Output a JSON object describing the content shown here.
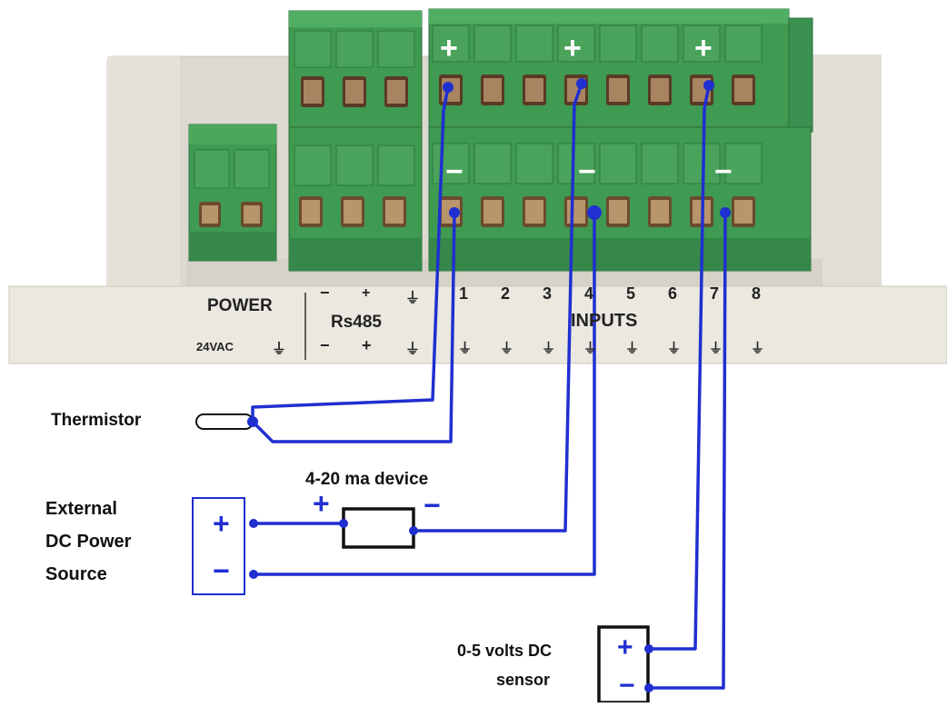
{
  "plate": {
    "power_title": "POWER",
    "power_voltage": "24VAC",
    "rs485_title": "Rs485",
    "rs485_top_symbols": [
      "−",
      "+",
      "⏚"
    ],
    "rs485_bottom_symbols": [
      "−",
      "+",
      "⏚"
    ],
    "inputs_title": "INPUTS",
    "input_numbers": [
      "1",
      "2",
      "3",
      "4",
      "5",
      "6",
      "7",
      "8"
    ],
    "ground_symbol": "⏚"
  },
  "terminal_marks": {
    "plus": [
      "+",
      "+",
      "+"
    ],
    "minus": [
      "−",
      "−",
      "−"
    ]
  },
  "components": {
    "thermistor": "Thermistor",
    "device_label": "4-20 ma device",
    "device_plus": "+",
    "device_minus": "−",
    "power_source": [
      "External",
      "DC Power",
      "Source"
    ],
    "power_source_plus": "+",
    "power_source_minus": "−",
    "sensor": [
      "0-5 volts DC",
      "sensor"
    ],
    "sensor_plus": "+",
    "sensor_minus": "−"
  },
  "colors": {
    "wire": "#1f2fd0",
    "terminal_green": "#3f9a52",
    "terminal_green_dark": "#2d7a3e",
    "housing": "#e8e4dc",
    "screw": "#7a5a3a"
  }
}
